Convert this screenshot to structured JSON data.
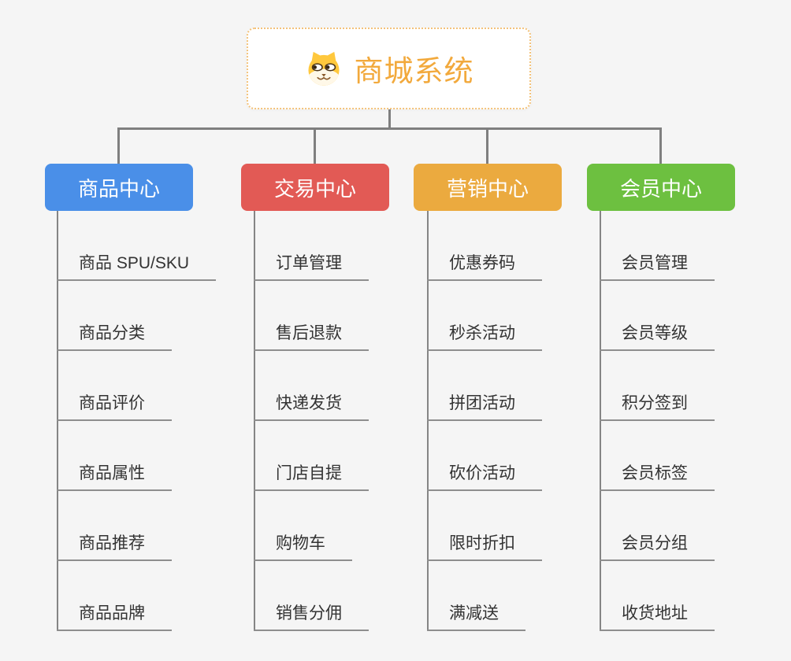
{
  "canvas": {
    "background": "#f5f5f5",
    "connector_color": "#7f7f7f",
    "underline_color": "#8e8e8e"
  },
  "root": {
    "title": "商城系统",
    "icon": "dog-face",
    "title_color": "#f2a93c",
    "border_color": "#f3c27a"
  },
  "branches": [
    {
      "label": "商品中心",
      "color": "#4a8fe8",
      "children": [
        "商品 SPU/SKU",
        "商品分类",
        "商品评价",
        "商品属性",
        "商品推荐",
        "商品品牌"
      ]
    },
    {
      "label": "交易中心",
      "color": "#e25a55",
      "children": [
        "订单管理",
        "售后退款",
        "快递发货",
        "门店自提",
        "购物车",
        "销售分佣"
      ]
    },
    {
      "label": "营销中心",
      "color": "#ebaa3f",
      "children": [
        "优惠券码",
        "秒杀活动",
        "拼团活动",
        "砍价活动",
        "限时折扣",
        "满减送"
      ]
    },
    {
      "label": "会员中心",
      "color": "#6dc040",
      "children": [
        "会员管理",
        "会员等级",
        "积分签到",
        "会员标签",
        "会员分组",
        "收货地址"
      ]
    }
  ]
}
